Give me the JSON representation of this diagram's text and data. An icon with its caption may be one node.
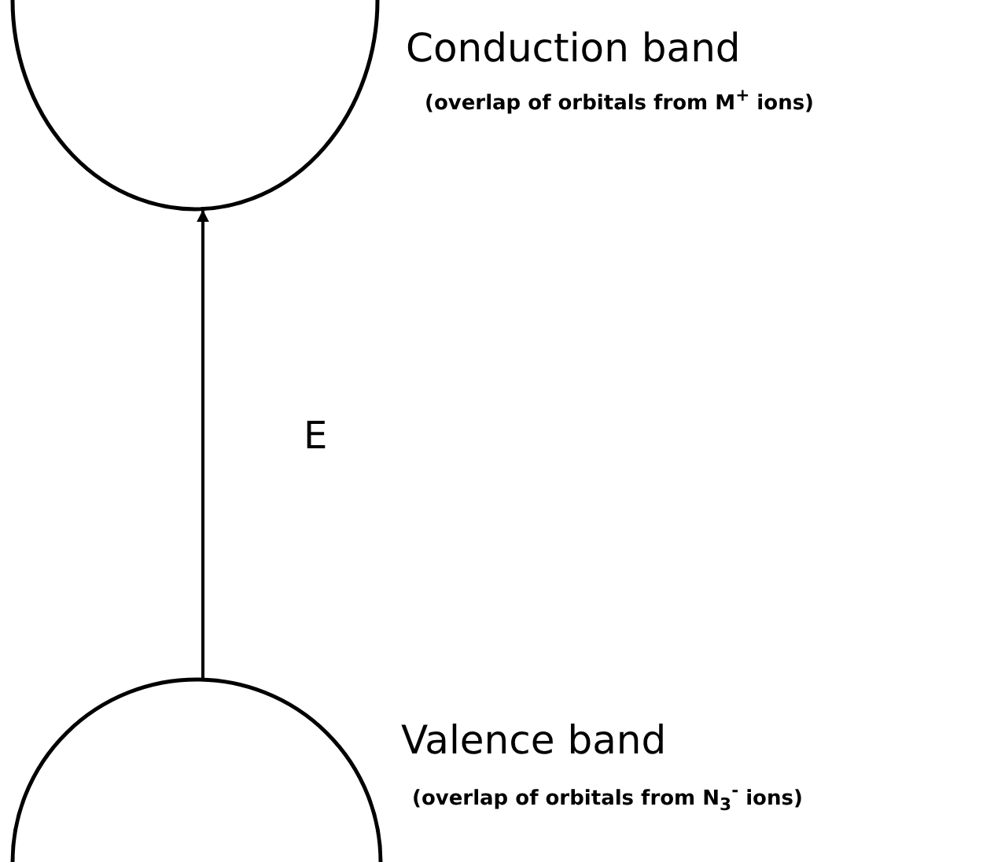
{
  "diagram": {
    "nodes": [
      {
        "text": [
          "Conduction band",
          "(overlap of orbitals from M$^{+}$ ions)"
        ]
      },
      {
        "text": [
          "Valence band",
          "(overlap of orbitals from N$_{3}$$^{-}$ ions)"
        ]
      }
    ],
    "edges": [
      {
        "from": 1,
        "to": 0,
        "arrow": "to",
        "label": "E"
      }
    ]
  }
}
